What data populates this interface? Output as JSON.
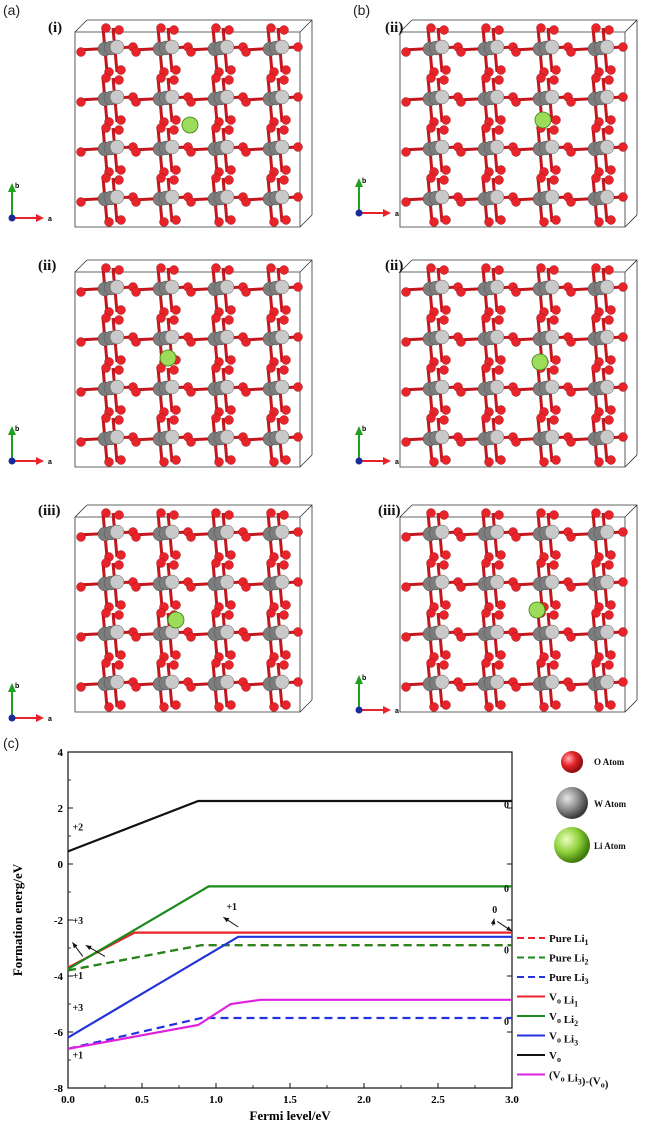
{
  "panels": {
    "a_label": "(a)",
    "b_label": "(b)",
    "c_label": "(c)",
    "structures": [
      {
        "label": "(i)",
        "axis_b": "b",
        "axis_a": "a"
      },
      {
        "label": "(ii)",
        "axis_b": "b",
        "axis_a": "a"
      },
      {
        "label": "(ii)",
        "axis_b": "b",
        "axis_a": "a"
      },
      {
        "label": "(ii)",
        "axis_b": "b",
        "axis_a": "a"
      },
      {
        "label": "(iii)",
        "axis_b": "b",
        "axis_a": "a"
      },
      {
        "label": "(iii)",
        "axis_b": "b",
        "axis_a": "a"
      }
    ]
  },
  "atom_legend": [
    {
      "label": "O   Atom",
      "color": "#e8232a"
    },
    {
      "label": "W   Atom",
      "color": "#8c8c8c"
    },
    {
      "label": "Li  Atom",
      "color": "#8fd13a"
    }
  ],
  "chart_data": {
    "type": "line",
    "xlabel": "Fermi level/eV",
    "ylabel": "Formation energ/eV",
    "xlim": [
      0.0,
      3.0
    ],
    "ylim": [
      -8,
      4
    ],
    "xticks": [
      "0.0",
      "0.5",
      "1.0",
      "1.5",
      "2.0",
      "2.5",
      "3.0"
    ],
    "yticks": [
      "-8",
      "-6",
      "-4",
      "-2",
      "0",
      "2",
      "4"
    ],
    "series": [
      {
        "name": "Pure Li1",
        "color": "#e8232a",
        "dash": true,
        "points": [
          [
            0,
            -3.8
          ],
          [
            0.9,
            -2.9
          ],
          [
            3.0,
            -2.9
          ]
        ]
      },
      {
        "name": "Pure Li2",
        "color": "#1a8a1a",
        "dash": true,
        "points": [
          [
            0,
            -3.8
          ],
          [
            0.9,
            -2.9
          ],
          [
            3.0,
            -2.9
          ]
        ]
      },
      {
        "name": "Pure Li3",
        "color": "#2233dd",
        "dash": true,
        "points": [
          [
            0,
            -6.6
          ],
          [
            0.9,
            -5.5
          ],
          [
            3.0,
            -5.5
          ]
        ]
      },
      {
        "name": "Vo Li1",
        "color": "#e8232a",
        "dash": false,
        "points": [
          [
            0,
            -3.7
          ],
          [
            0.45,
            -2.45
          ],
          [
            3.0,
            -2.45
          ]
        ]
      },
      {
        "name": "Vo Li2",
        "color": "#1a8a1a",
        "dash": false,
        "points": [
          [
            0,
            -3.75
          ],
          [
            0.95,
            -0.8
          ],
          [
            3.0,
            -0.8
          ]
        ]
      },
      {
        "name": "Vo Li3",
        "color": "#2233dd",
        "dash": false,
        "points": [
          [
            0,
            -6.2
          ],
          [
            1.15,
            -2.6
          ],
          [
            3.0,
            -2.6
          ]
        ]
      },
      {
        "name": "Vo",
        "color": "#111111",
        "dash": false,
        "points": [
          [
            0,
            0.45
          ],
          [
            0.88,
            2.25
          ],
          [
            3.0,
            2.25
          ]
        ]
      },
      {
        "name": "(Vo Li3)-(Vo)",
        "color": "#e020e0",
        "dash": false,
        "points": [
          [
            0,
            -6.6
          ],
          [
            0.88,
            -5.75
          ],
          [
            1.1,
            -5.0
          ],
          [
            1.3,
            -4.85
          ],
          [
            3.0,
            -4.85
          ]
        ]
      }
    ],
    "legend": {
      "placement": "right",
      "entries": [
        {
          "text": "Pure Li",
          "sub": "1",
          "color": "#e8232a",
          "dash": true
        },
        {
          "text": "Pure Li",
          "sub": "2",
          "color": "#1a8a1a",
          "dash": true
        },
        {
          "text": "Pure Li",
          "sub": "3",
          "color": "#2233dd",
          "dash": true
        },
        {
          "text": "V",
          "sub": "o",
          "text2": " Li",
          "sub2": "1",
          "color": "#e8232a",
          "dash": false
        },
        {
          "text": "V",
          "sub": "o",
          "text2": " Li",
          "sub2": "2",
          "color": "#1a8a1a",
          "dash": false
        },
        {
          "text": "V",
          "sub": "o",
          "text2": " Li",
          "sub2": "3",
          "color": "#2233dd",
          "dash": false
        },
        {
          "text": "V",
          "sub": "o",
          "text2": "",
          "sub2": "",
          "color": "#111111",
          "dash": false
        },
        {
          "text": "(V",
          "sub": "o",
          "text2": " Li",
          "sub2": "3",
          "text3": ")-(V",
          "sub3": "o",
          "text4": ")",
          "color": "#e020e0",
          "dash": false
        }
      ]
    },
    "annotations": [
      {
        "text": "+2",
        "x": 0.03,
        "y": 1.2
      },
      {
        "text": "0",
        "x": 2.98,
        "y": 2.0
      },
      {
        "text": "0",
        "x": 2.98,
        "y": -1.0
      },
      {
        "text": "+1",
        "x": 1.07,
        "y": -1.65
      },
      {
        "text": "0",
        "x": 2.9,
        "y": -1.75
      },
      {
        "text": "+3",
        "x": 0.03,
        "y": -2.15
      },
      {
        "text": "+1",
        "x": 0.03,
        "y": -4.1
      },
      {
        "text": "0",
        "x": 2.98,
        "y": -3.2
      },
      {
        "text": "+3",
        "x": 0.03,
        "y": -5.25
      },
      {
        "text": "0",
        "x": 2.98,
        "y": -5.75
      },
      {
        "text": "+1",
        "x": 0.03,
        "y": -6.95
      }
    ]
  }
}
